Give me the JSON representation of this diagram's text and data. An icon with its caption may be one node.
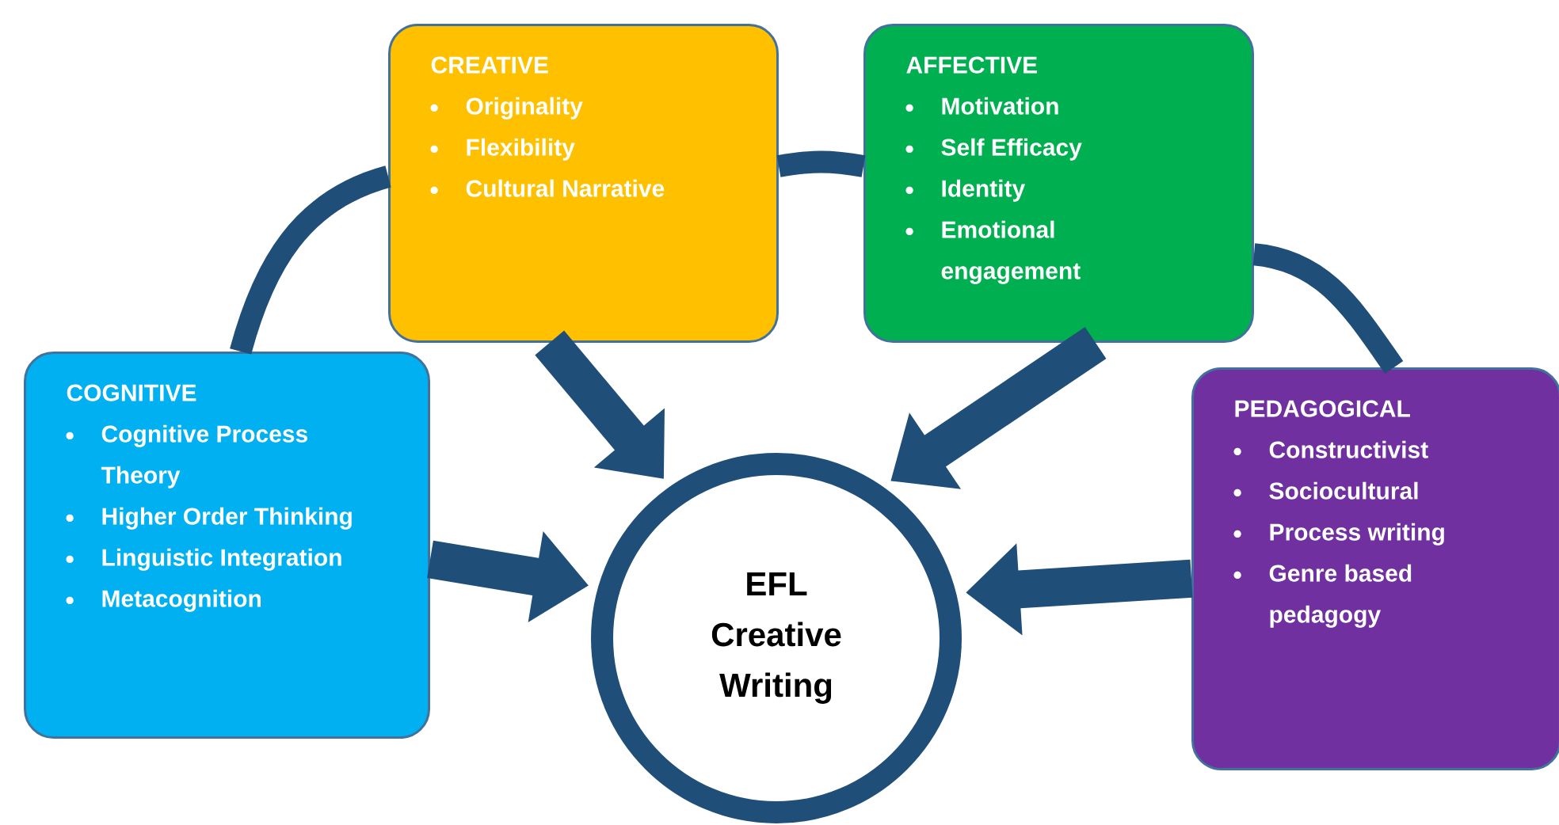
{
  "diagram": {
    "nodes": [
      {
        "text": [
          "CREATIVE",
          "Originality",
          "Flexibility",
          "Cultural Narrative"
        ]
      },
      {
        "text": [
          "AFFECTIVE",
          "Motivation",
          "Self Efficacy",
          "Identity",
          "Emotional engagement"
        ]
      },
      {
        "text": [
          "COGNITIVE",
          "Cognitive Process Theory",
          "Higher Order Thinking",
          "Linguistic Integration",
          "Metacognition"
        ]
      },
      {
        "text": [
          "PEDAGOGICAL",
          "Constructivist",
          "Sociocultural",
          "Process writing",
          "Genre based pedagogy"
        ]
      },
      {
        "text": [
          "EFL Creative Writing"
        ]
      }
    ],
    "edges": [
      {
        "from": 0,
        "to": 4,
        "arrow": "to"
      },
      {
        "from": 1,
        "to": 4,
        "arrow": "to"
      },
      {
        "from": 2,
        "to": 4,
        "arrow": "to"
      },
      {
        "from": 3,
        "to": 4,
        "arrow": "to"
      },
      {
        "from": 2,
        "to": 0,
        "arrow": "none"
      },
      {
        "from": 0,
        "to": 1,
        "arrow": "none"
      },
      {
        "from": 1,
        "to": 3,
        "arrow": "none"
      }
    ]
  }
}
